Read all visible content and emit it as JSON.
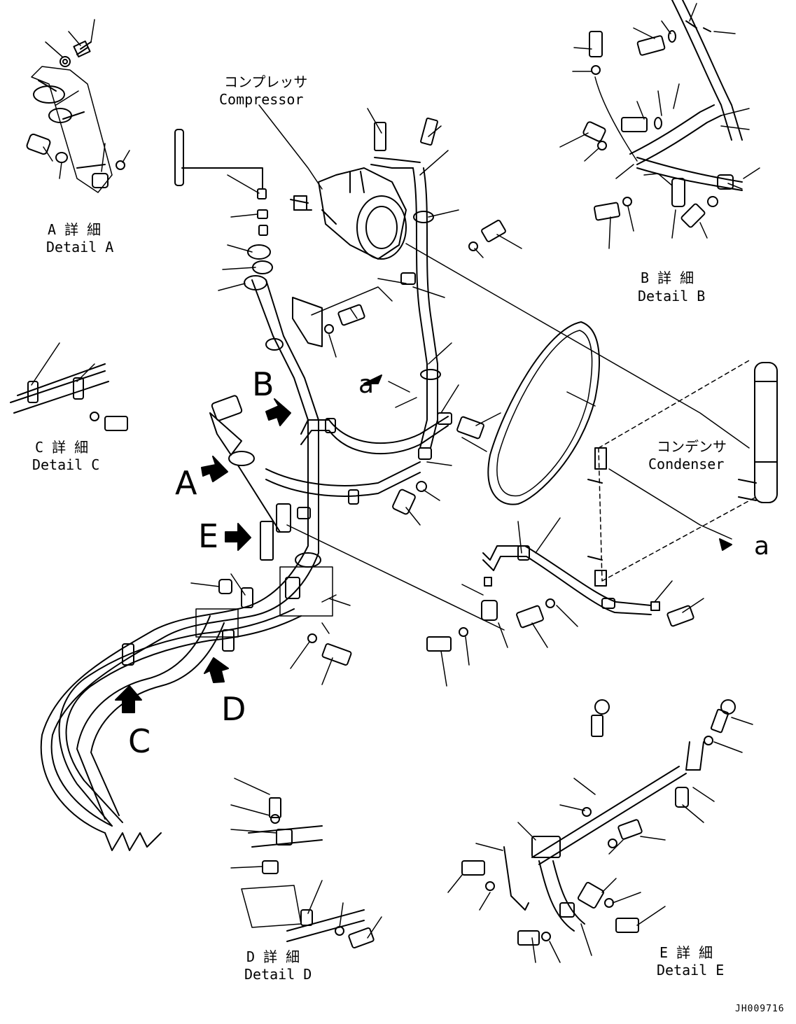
{
  "labels": {
    "compressor_jp": "コンプレッサ",
    "compressor_en": "Compressor",
    "condenser_jp": "コンデンサ",
    "condenser_en": "Condenser",
    "detail_a_jp": "A 詳 細",
    "detail_a_en": "Detail A",
    "detail_b_jp": "B 詳 細",
    "detail_b_en": "Detail B",
    "detail_c_jp": "C 詳 細",
    "detail_c_en": "Detail C",
    "detail_d_jp": "D 詳 細",
    "detail_d_en": "Detail D",
    "detail_e_jp": "E 詳 細",
    "detail_e_en": "Detail E"
  },
  "view_letters": {
    "a": "A",
    "b": "B",
    "c": "C",
    "d": "D",
    "e": "E"
  },
  "reference_marks": {
    "ref_upper": "a",
    "ref_right": "a"
  },
  "drawing_code": "JH009716"
}
